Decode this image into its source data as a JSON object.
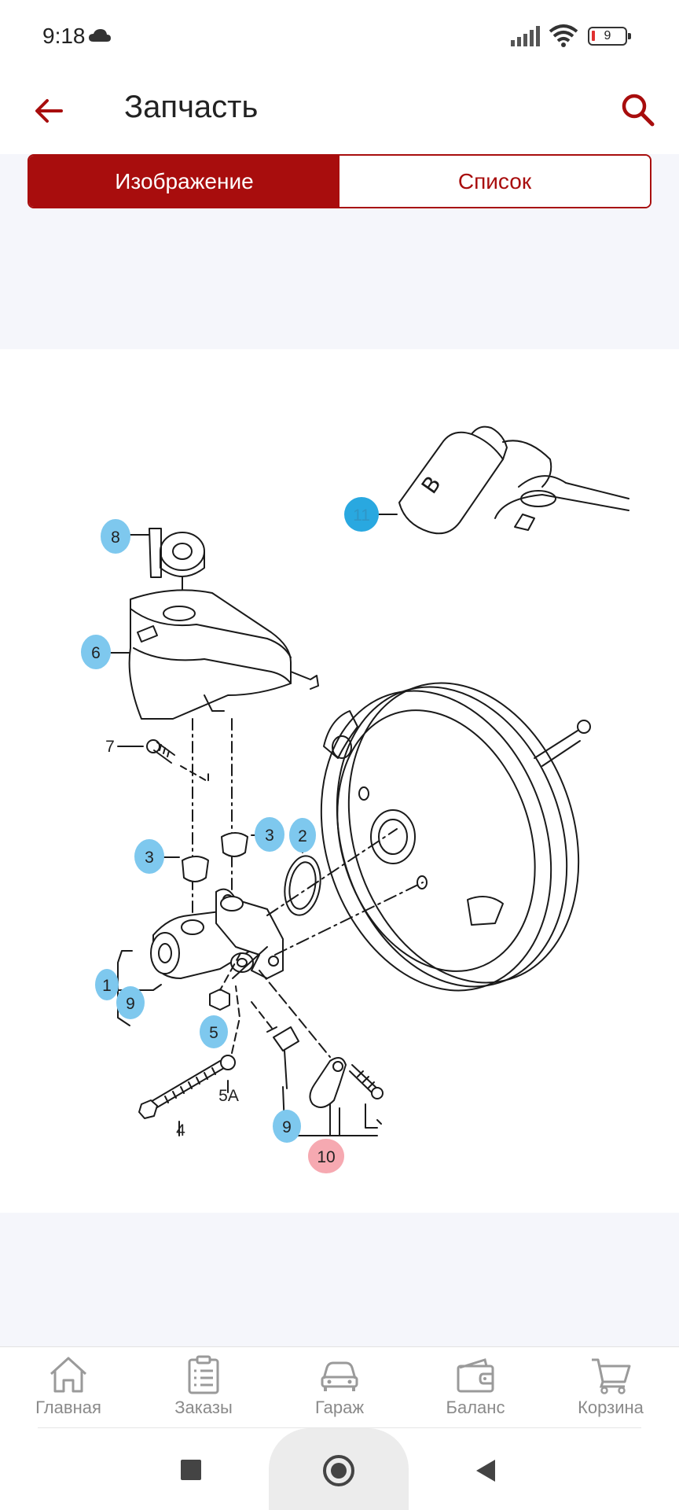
{
  "status_bar": {
    "time": "9:18",
    "battery": "9"
  },
  "app_bar": {
    "title": "Запчасть"
  },
  "tabs": {
    "image_label": "Изображение",
    "list_label": "Список"
  },
  "diagram": {
    "callouts": {
      "c11": "11",
      "c8": "8",
      "c6": "6",
      "c7": "7",
      "c3a": "3",
      "c3b": "3",
      "c2": "2",
      "c1": "1",
      "c9a": "9",
      "c5": "5",
      "c5a": "5A",
      "c4": "4",
      "c9b": "9",
      "c10": "10"
    },
    "colors": {
      "highlight_blue": "#7ec8ee",
      "selected_blue": "#29a8e0",
      "highlight_red": "#f6a9b1"
    }
  },
  "bottom_nav": {
    "home": "Главная",
    "orders": "Заказы",
    "garage": "Гараж",
    "balance": "Баланс",
    "cart": "Корзина"
  },
  "theme": {
    "accent": "#a80d0d",
    "muted": "#8a8a8a"
  }
}
